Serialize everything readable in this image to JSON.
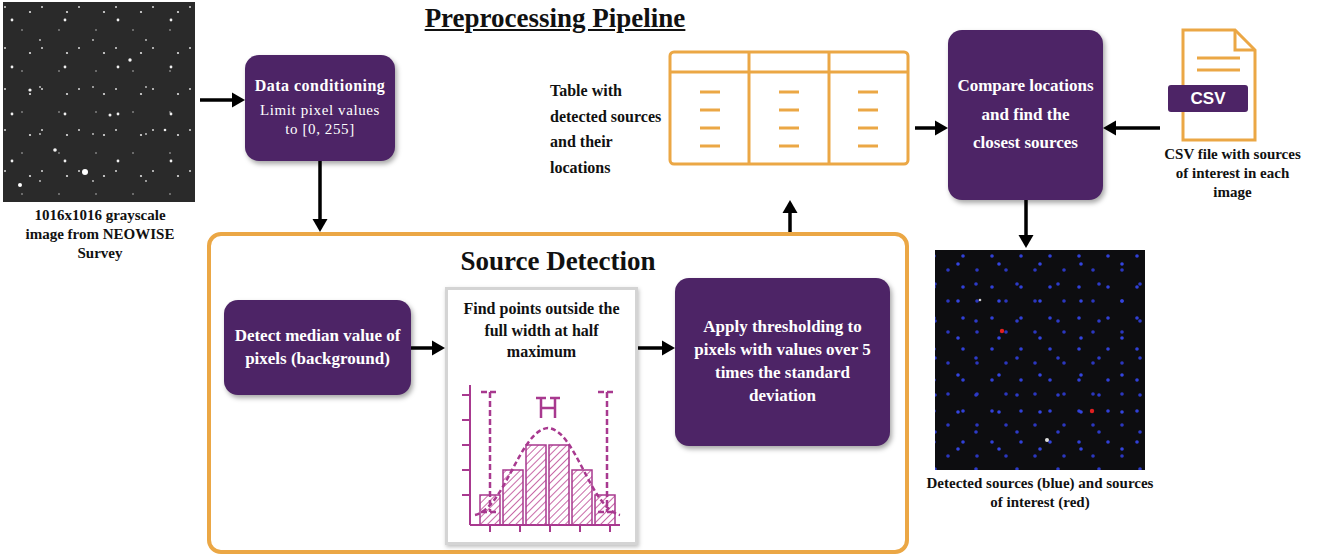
{
  "diagram": {
    "title": "Preprocessing Pipeline",
    "nodes": [
      {
        "text": [
          "1016x1016 grayscale image from NEOWISE Survey"
        ]
      },
      {
        "text": [
          "Data conditioning",
          "Limit pixel values to [0, 255]"
        ]
      },
      {
        "text": [
          "Source Detection"
        ]
      },
      {
        "text": [
          "Detect median value of pixels (background)"
        ],
        "in": 2
      },
      {
        "text": [
          "Find points outside the full width at half maximum"
        ],
        "in": 2
      },
      {
        "text": [
          "Apply thresholding to pixels with values over 5 times the standard deviation"
        ],
        "in": 2
      },
      {
        "text": [
          "Table with detected sources and their locations"
        ]
      },
      {
        "text": [
          "Compare locations and find the closest sources"
        ]
      },
      {
        "text": [
          "CSV",
          "CSV file with sources of interest in each image"
        ]
      },
      {
        "text": [
          "Detected sources (blue) and sources of interest (red)"
        ]
      }
    ],
    "edges": [
      {
        "from": 0,
        "to": 1,
        "arrow": "to"
      },
      {
        "from": 1,
        "to": 2,
        "arrow": "to"
      },
      {
        "from": 3,
        "to": 4,
        "arrow": "to"
      },
      {
        "from": 4,
        "to": 5,
        "arrow": "to"
      },
      {
        "from": 2,
        "to": 6,
        "arrow": "to"
      },
      {
        "from": 6,
        "to": 7,
        "arrow": "to"
      },
      {
        "from": 8,
        "to": 7,
        "arrow": "to"
      },
      {
        "from": 7,
        "to": 9,
        "arrow": "to"
      }
    ]
  }
}
